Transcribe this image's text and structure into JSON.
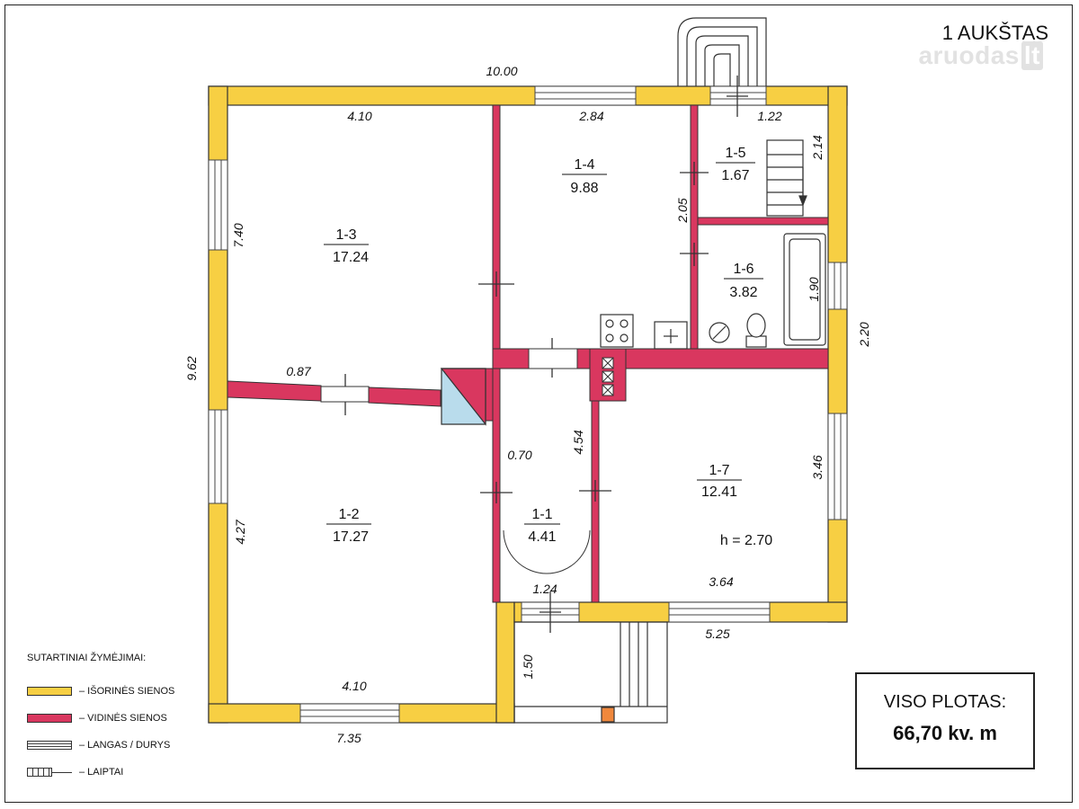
{
  "header": {
    "floor_title": "1 AUKŠTAS",
    "watermark_text": "aruodas",
    "watermark_suffix": "lt"
  },
  "rooms": [
    {
      "id": "1-3",
      "area": "17.24"
    },
    {
      "id": "1-4",
      "area": "9.88"
    },
    {
      "id": "1-5",
      "area": "1.67"
    },
    {
      "id": "1-6",
      "area": "3.82"
    },
    {
      "id": "1-2",
      "area": "17.27"
    },
    {
      "id": "1-1",
      "area": "4.41"
    },
    {
      "id": "1-7",
      "area": "12.41"
    }
  ],
  "height_note": "h = 2.70",
  "dimensions": {
    "top_total": "10.00",
    "room_1_3_width": "4.10",
    "room_1_4_width": "2.84",
    "room_1_5_width": "1.22",
    "room_1_5_height": "2.14",
    "room_1_4_height": "2.05",
    "room_1_3_height": "7.40",
    "left_total": "9.62",
    "chimney_offset": "0.87",
    "room_1_6_height": "1.90",
    "right_upper": "2.20",
    "room_1_1_width": "0.70",
    "room_1_1_height": "4.54",
    "room_1_7_height": "3.46",
    "room_1_2_height": "4.27",
    "room_1_7_width": "3.64",
    "entrance_width": "1.24",
    "bottom_right": "5.25",
    "porch_depth": "1.50",
    "room_1_2_width": "4.10",
    "bottom_total": "7.35"
  },
  "legend": {
    "title": "SUTARTINIAI ŽYMĖJIMAI:",
    "items": [
      {
        "label": "– IŠORINĖS SIENOS"
      },
      {
        "label": "– VIDINĖS SIENOS"
      },
      {
        "label": "– LANGAS / DURYS"
      },
      {
        "label": "– LAIPTAI"
      }
    ]
  },
  "total": {
    "label": "VISO PLOTAS:",
    "value": "66,70 kv. m"
  },
  "colors": {
    "exterior_wall": "#f7cf43",
    "interior_wall": "#d9375f",
    "outline": "#333333",
    "chimney_glass": "#b9dcec"
  }
}
